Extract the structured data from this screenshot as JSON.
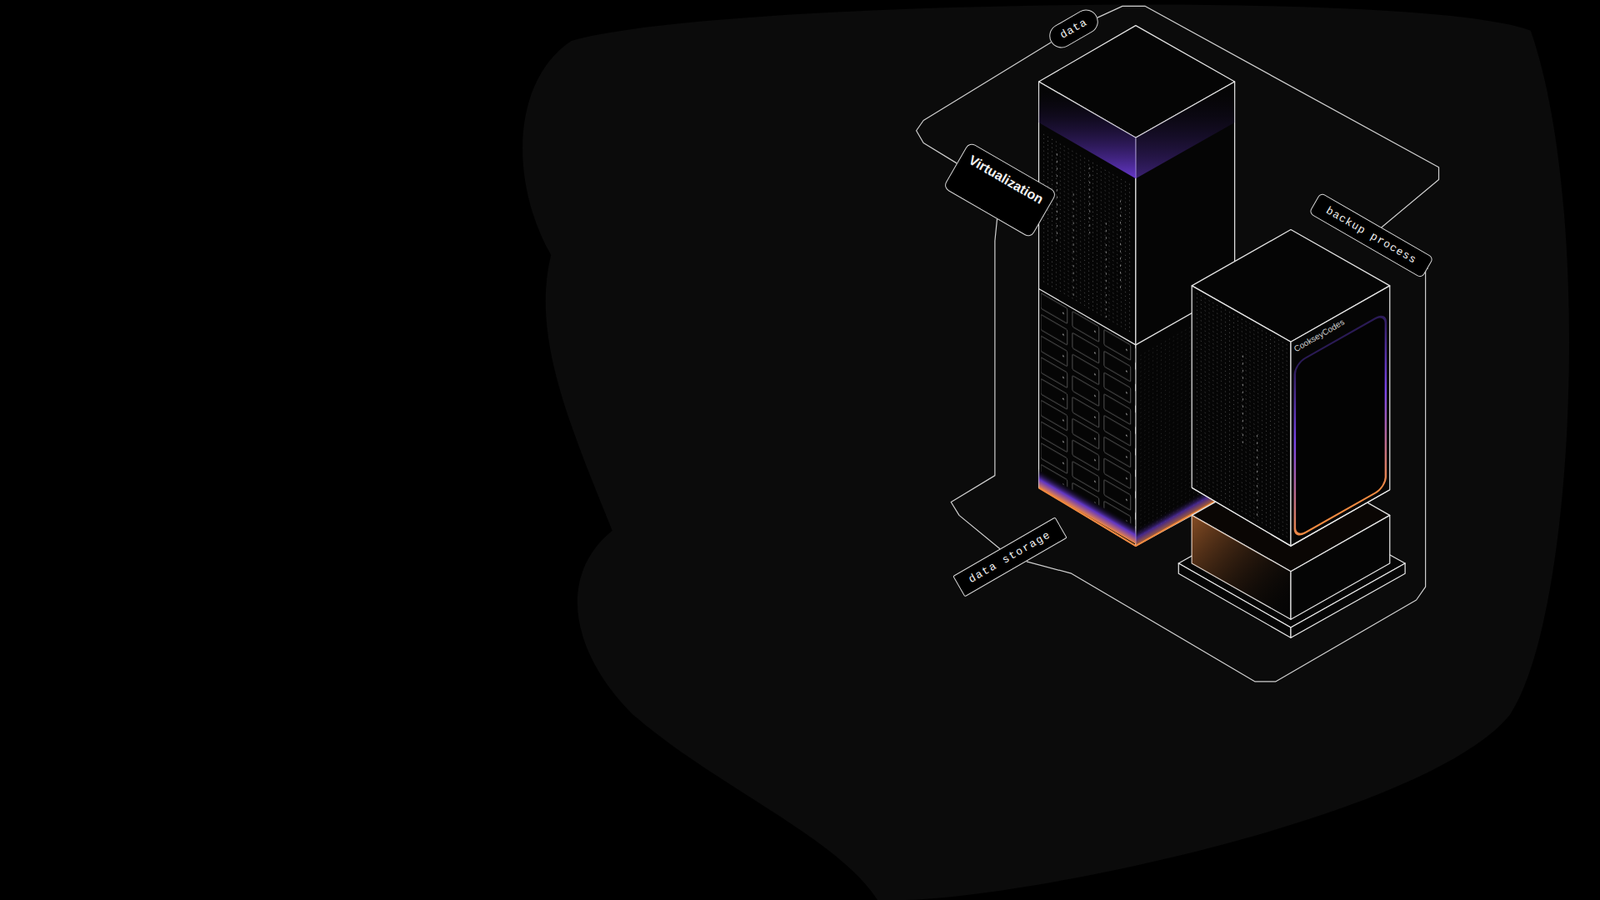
{
  "diagram": {
    "nodes": [
      {
        "text": [
          "data"
        ]
      },
      {
        "text": [
          "Virtualization"
        ]
      },
      {
        "text": [
          "backup process"
        ]
      },
      {
        "text": [
          "data storage"
        ]
      }
    ],
    "edges": [
      {
        "from": 0,
        "to": 2,
        "arrow": "none"
      },
      {
        "from": 2,
        "to": 3,
        "arrow": "none"
      },
      {
        "from": 3,
        "to": 1,
        "arrow": "none"
      },
      {
        "from": 1,
        "to": 0,
        "arrow": "none"
      }
    ],
    "labels": [
      "CookseyCodes"
    ]
  }
}
